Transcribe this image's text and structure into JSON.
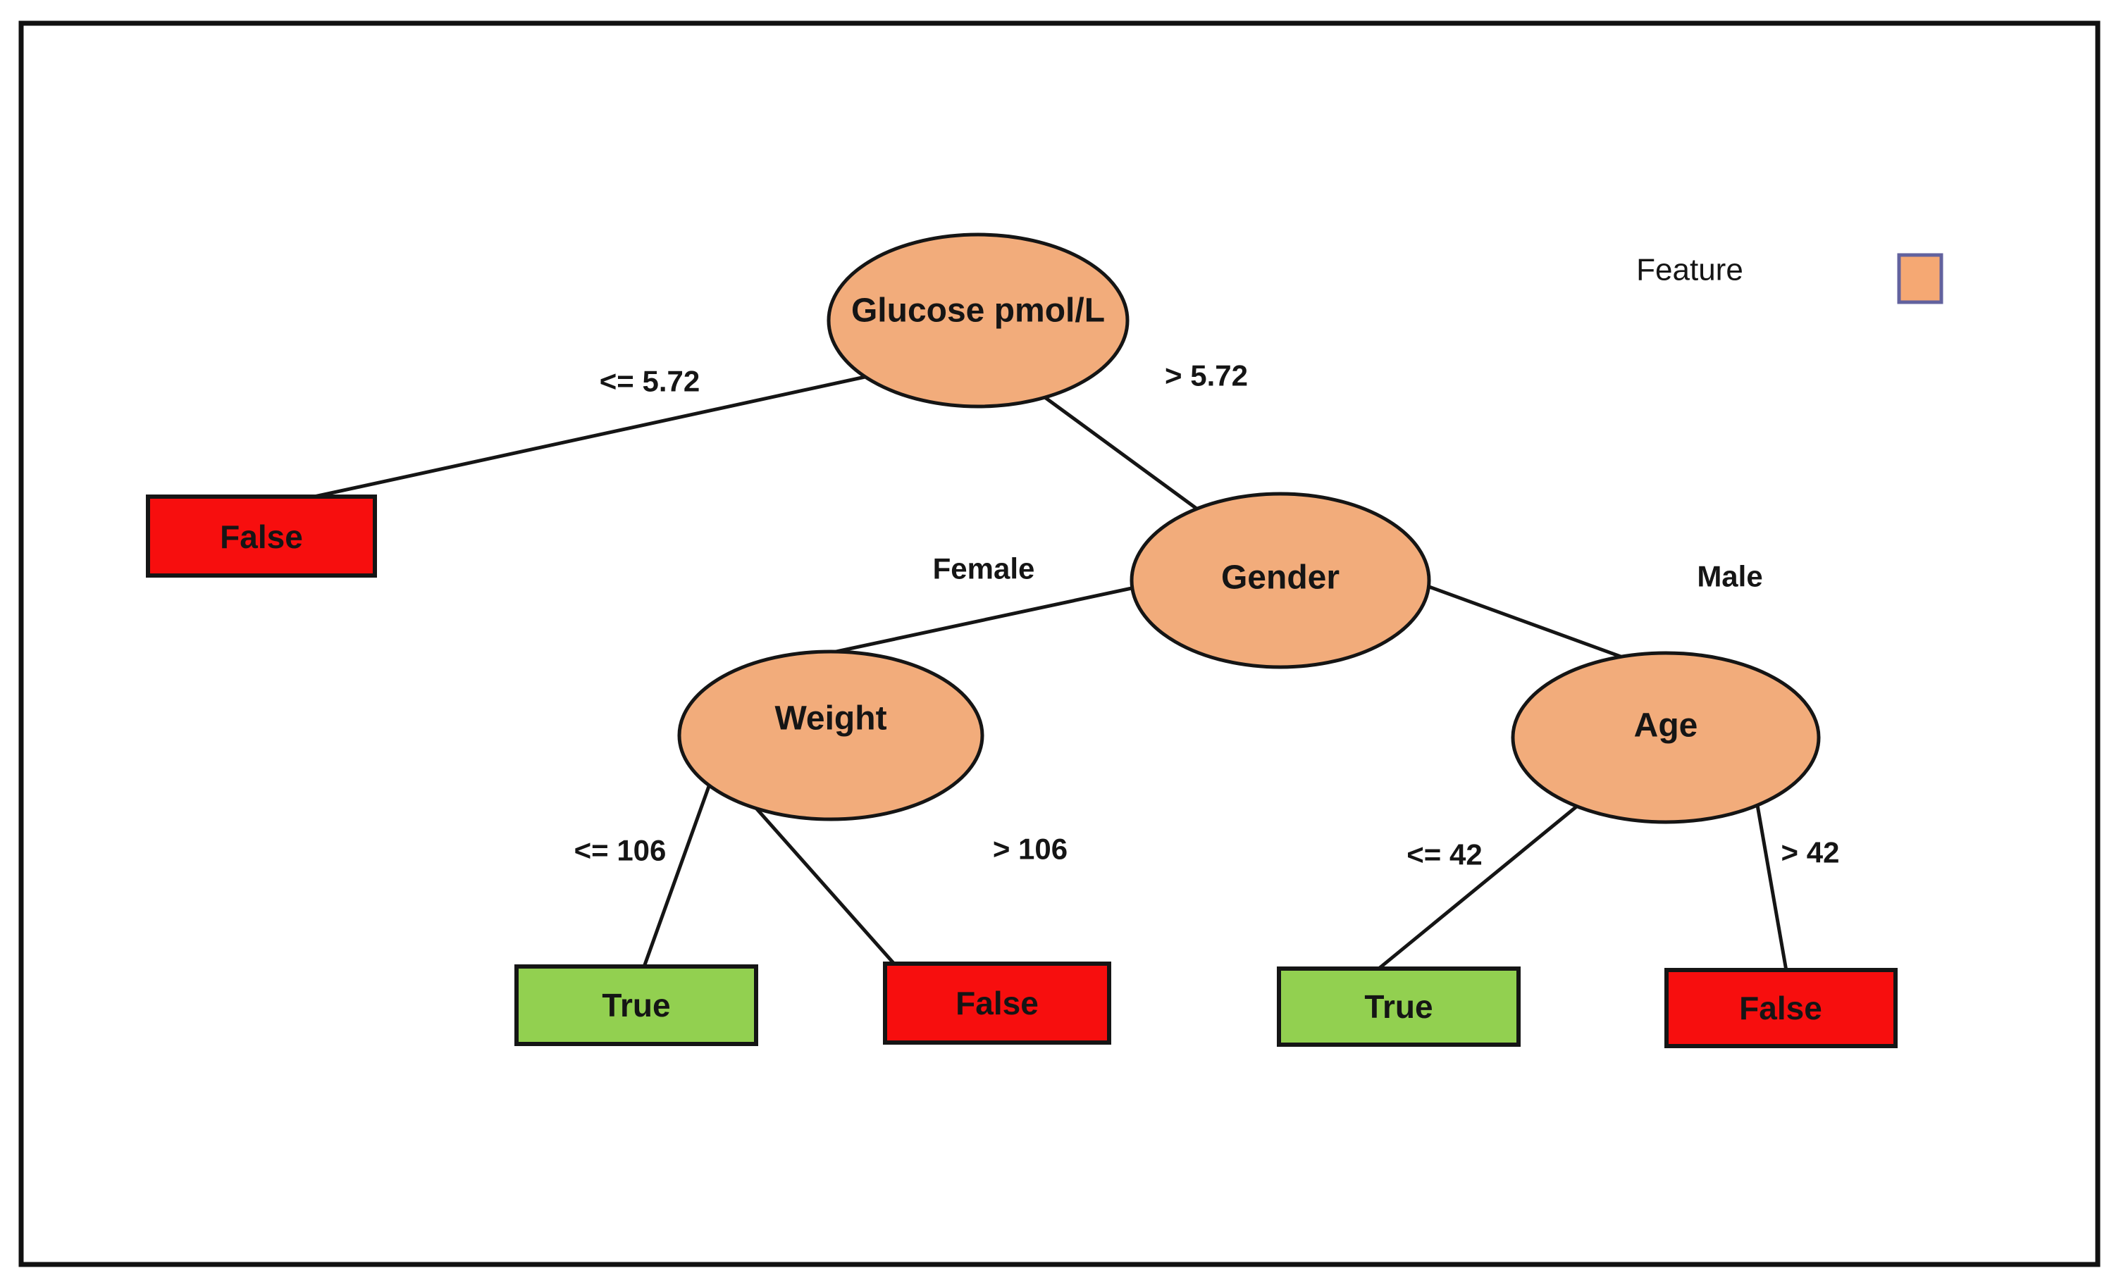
{
  "diagram_type": "decision-tree",
  "nodes": {
    "glucose": {
      "label": "Glucose pmol/L"
    },
    "gender": {
      "label": "Gender"
    },
    "weight": {
      "label": "Weight"
    },
    "age": {
      "label": "Age"
    }
  },
  "branches": {
    "glucose_le": {
      "label": "<= 5.72"
    },
    "glucose_gt": {
      "label": "> 5.72"
    },
    "gender_female": {
      "label": "Female"
    },
    "gender_male": {
      "label": "Male"
    },
    "weight_le": {
      "label": "<= 106"
    },
    "weight_gt": {
      "label": "> 106"
    },
    "age_le": {
      "label": "<= 42"
    },
    "age_gt": {
      "label": "> 42"
    }
  },
  "leaves": {
    "glucose_le_false": {
      "label": "False",
      "color": "red"
    },
    "weight_le_true": {
      "label": "True",
      "color": "green"
    },
    "weight_gt_false": {
      "label": "False",
      "color": "red"
    },
    "age_le_true": {
      "label": "True",
      "color": "green"
    },
    "age_gt_false": {
      "label": "False",
      "color": "red"
    }
  },
  "legend": {
    "label": "Feature"
  },
  "colors": {
    "feature_fill": "#F2AC7B",
    "leaf_true": "#92D050",
    "leaf_false": "#F70E0E",
    "stroke": "#151515",
    "legend_swatch_fill": "#F5A873",
    "legend_swatch_border": "#62629E",
    "background": "#FFFFFF"
  }
}
